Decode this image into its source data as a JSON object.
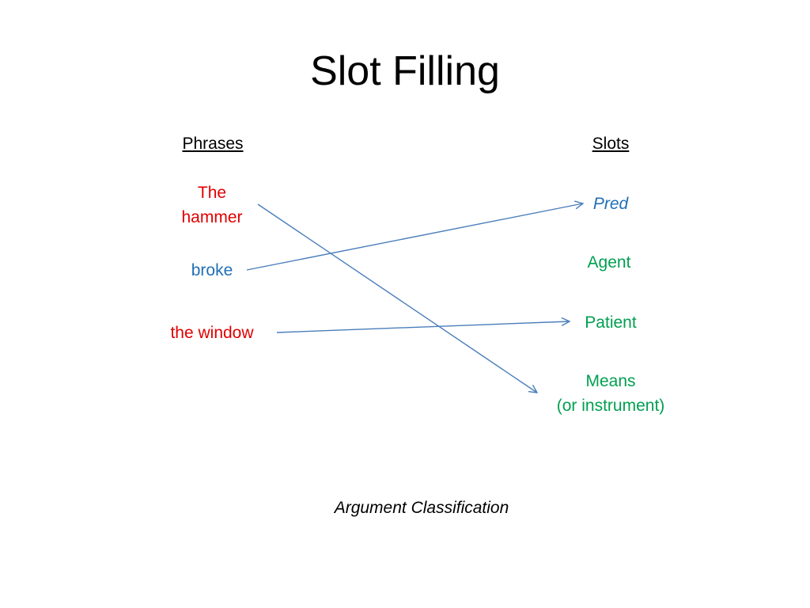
{
  "slide": {
    "title": "Slot Filling",
    "caption": "Argument Classification"
  },
  "phrases": {
    "header": "Phrases",
    "items": [
      {
        "id": "the-hammer",
        "lines": [
          "The",
          "hammer"
        ],
        "color": "#e00000"
      },
      {
        "id": "broke",
        "lines": [
          "broke"
        ],
        "color": "#1f6fb5"
      },
      {
        "id": "the-window",
        "lines": [
          "the window"
        ],
        "color": "#e00000"
      }
    ]
  },
  "slots": {
    "header": "Slots",
    "items": [
      {
        "id": "pred",
        "lines": [
          "Pred"
        ],
        "color": "#1f6fb5",
        "italic": true
      },
      {
        "id": "agent",
        "lines": [
          "Agent"
        ],
        "color": "#00a050"
      },
      {
        "id": "patient",
        "lines": [
          "Patient"
        ],
        "color": "#00a050"
      },
      {
        "id": "means",
        "lines": [
          "Means",
          "(or instrument)"
        ],
        "color": "#00a050"
      }
    ]
  },
  "mappings": [
    {
      "from": "broke",
      "to": "pred"
    },
    {
      "from": "the-window",
      "to": "patient"
    },
    {
      "from": "the-hammer",
      "to": "means"
    }
  ],
  "colors": {
    "arrow": "#4a7ebb",
    "phrase_red": "#e00000",
    "pred_blue": "#1f6fb5",
    "slot_green": "#00a050"
  }
}
